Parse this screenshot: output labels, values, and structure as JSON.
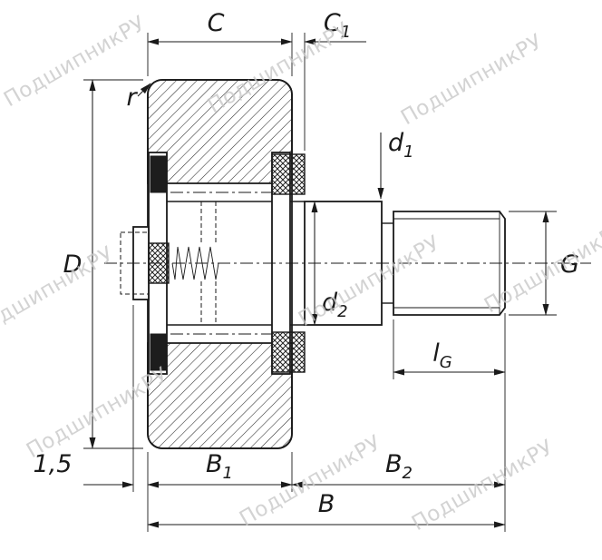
{
  "watermark": {
    "text": "ПодшипникРУ"
  },
  "dimensions": {
    "C": {
      "label": "C"
    },
    "C1": {
      "label": "C",
      "sub": "1"
    },
    "r": {
      "label": "r"
    },
    "D": {
      "label": "D"
    },
    "d1": {
      "label": "d",
      "sub": "1"
    },
    "d2": {
      "label": "d",
      "sub": "2"
    },
    "G": {
      "label": "G"
    },
    "lG": {
      "label": "l",
      "sub": "G"
    },
    "B1": {
      "label": "B",
      "sub": "1"
    },
    "B2": {
      "label": "B",
      "sub": "2"
    },
    "B": {
      "label": "B"
    },
    "offset": {
      "label": "1,5"
    }
  },
  "colors": {
    "line": "#1a1a1a",
    "watermark": "#c9c9c9",
    "bg": "#ffffff"
  }
}
